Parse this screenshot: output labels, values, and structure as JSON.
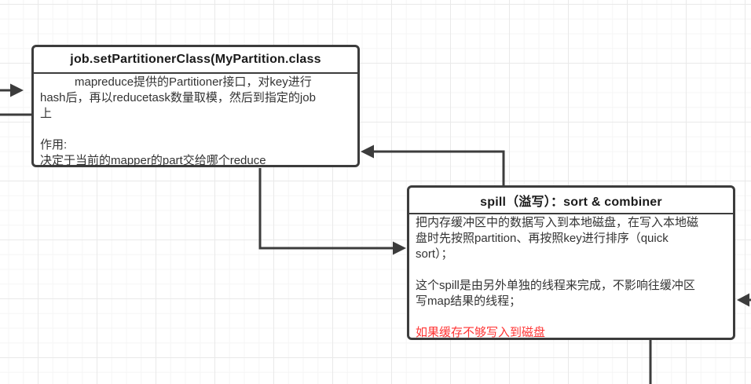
{
  "canvas": {
    "background": "#ffffff",
    "grid_minor_color": "#f5f5f5",
    "grid_major_color": "#e9e9e9"
  },
  "colors": {
    "node_border": "#3c3c3c",
    "title_text": "#1a1a1a",
    "body_text": "#333333",
    "warning_text": "#ff3333",
    "edge_stroke": "#3c3c3c"
  },
  "partition_box": {
    "title": "job.setPartitionerClass(MyPartition.class",
    "body_lines": [
      "mapreduce提供的Partitioner接口，对key进行",
      "hash后，再以reducetask数量取模，然后到指定的job",
      "上",
      "",
      "作用:",
      "决定于当前的mapper的part交给哪个reduce"
    ]
  },
  "spill_box": {
    "title": "spill（溢写）：sort & combiner",
    "body_lines": [
      "把内存缓冲区中的数据写入到本地磁盘，在写入本地磁",
      "盘时先按照partition、再按照key进行排序（quick",
      "sort）；",
      "",
      "这个spill是由另外单独的线程来完成，不影响往缓冲区",
      "写map结果的线程；",
      ""
    ],
    "warning_line": "如果缓存不够写入到磁盘"
  },
  "edges": [
    {
      "name": "incoming-arrow-left",
      "description": "arrow entering from left canvas edge pointing right toward partition box"
    },
    {
      "name": "left-line",
      "description": "plain line from left canvas edge into partition box left side"
    },
    {
      "name": "partition-to-spill",
      "description": "elbow arrow from partition box bottom to spill box left side"
    },
    {
      "name": "spill-to-partition",
      "description": "elbow arrow from spill box top to partition box right side"
    },
    {
      "name": "incoming-arrow-right",
      "description": "arrow entering from right canvas edge pointing left into spill box"
    },
    {
      "name": "spill-bottom-line",
      "description": "line from spill box bottom running off the bottom canvas edge"
    }
  ]
}
